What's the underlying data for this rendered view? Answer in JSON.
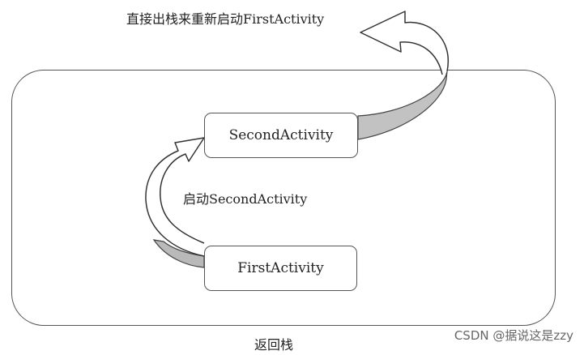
{
  "diagram": {
    "top_annotation": "直接出栈来重新启动FirstActivity",
    "middle_annotation": "启动SecondActivity",
    "stack_label": "返回栈",
    "activities": {
      "second": "SecondActivity",
      "first": "FirstActivity"
    }
  },
  "watermark": "CSDN @据说这是zzy"
}
